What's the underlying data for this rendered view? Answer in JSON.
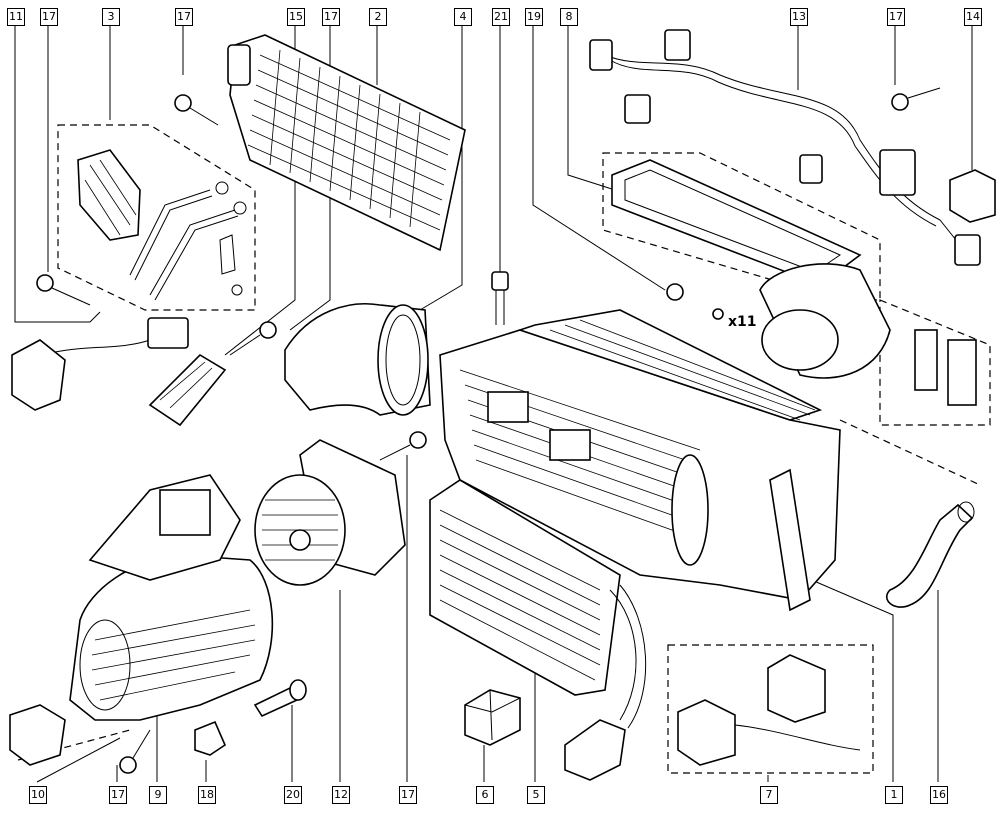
{
  "callouts": {
    "top": [
      "11",
      "17",
      "3",
      "17",
      "15",
      "17",
      "2",
      "4",
      "21",
      "19",
      "8",
      "13",
      "17",
      "14"
    ],
    "bottom": [
      "10",
      "17",
      "9",
      "18",
      "20",
      "12",
      "17",
      "6",
      "5",
      "7",
      "1",
      "16"
    ]
  },
  "quantity_label": "x11"
}
